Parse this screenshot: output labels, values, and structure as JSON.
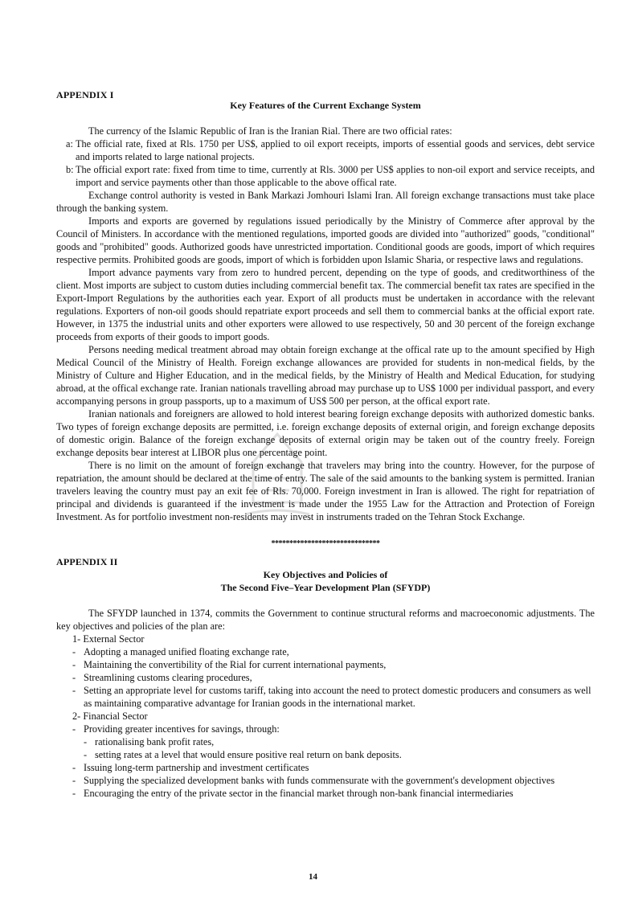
{
  "appendix1": {
    "label": "APPENDIX I",
    "title": "Key Features of the Current Exchange System",
    "intro": "The currency of the Islamic Republic of Iran is the Iranian Rial. There are two official rates:",
    "rates": [
      {
        "marker": "a:",
        "text": "The official rate, fixed at Rls. 1750 per US$, applied to oil export receipts, imports of essential goods and services, debt service and imports related to large national projects."
      },
      {
        "marker": "b:",
        "text": "The official export rate: fixed from time to time, currently at Rls. 3000 per US$ applies to non-oil export and service receipts, and import and service payments other than those applicable to the above offical rate."
      }
    ],
    "paragraphs": [
      "Exchange control authority is vested in Bank Markazi Jomhouri Islami Iran. All foreign exchange transactions must take place through the banking system.",
      "Imports and exports are governed by regulations issued periodically by the Ministry of Commerce after approval by the Council of Ministers. In accordance with the mentioned regulations, imported goods are divided into \"authorized\" goods, \"conditional\" goods and \"prohibited\" goods. Authorized goods have unrestricted importation. Conditional goods are goods, import of which requires respective permits. Prohibited goods are goods, import of which is forbidden upon Islamic Sharia, or respective laws and regulations.",
      "Import advance payments vary from zero to hundred percent, depending on the type of goods, and creditworthiness of the client. Most imports are subject to custom duties including commercial benefit tax. The commercial benefit tax rates are specified in the Export-Import Regulations by the authorities each year. Export of all products must be undertaken in accordance with the relevant regulations. Exporters of non-oil goods should repatriate export proceeds and sell them to commercial banks at the official export rate. However, in 1375 the industrial units and other exporters were allowed to use respectively, 50 and 30 percent of the foreign exchange proceeds from exports of their goods to import goods.",
      "Persons needing medical treatment abroad may obtain foreign exchange at the offical rate up to the amount specified by High Medical Council of the Ministry of Health. Foreign exchange allowances are provided for students in non-medical fields, by the Ministry of Culture and Higher Education, and in the medical fields, by the Ministry of Health and Medical Education, for studying abroad, at the offical exchange rate. Iranian nationals travelling abroad may purchase up to US$ 1000 per individual passport, and every accompanying persons in group passports, up to a maximum of US$ 500 per person, at the offical export rate.",
      "Iranian nationals and foreigners are allowed to hold interest bearing foreign exchange deposits with authorized domestic banks. Two types of foreign exchange deposits are permitted, i.e. foreign exchange deposits of external origin, and foreign exchange deposits of domestic origin. Balance of the foreign exchange deposits of external origin may be taken out of the country freely. Foreign exchange deposits bear interest at LIBOR plus one percentage point.",
      "There is no limit on the amount of foreign exchange that travelers may bring into the country. However, for the purpose of repatriation, the amount should be declared at the time of entry. The sale of the said amounts to the banking system is permitted. Iranian travelers leaving the country must pay an exit fee of Rls. 70,000. Foreign investment in Iran is allowed. The right for repatriation of principal and dividends is guaranteed if the investment is made under the 1955 Law for the Attraction and Protection of Foreign Investment. As for portfolio investment non-residents may invest in instruments traded on the Tehran Stock Exchange."
    ]
  },
  "separator": "******************************",
  "appendix2": {
    "label": "APPENDIX II",
    "title_line1": "Key Objectives and Policies of",
    "title_line2": "The Second Five–Year Development Plan (SFYDP)",
    "intro": "The SFYDP launched in 1374, commits the Government to continue structural reforms and macroeconomic adjustments. The key objectives and policies of the plan are:",
    "sections": [
      {
        "heading": "1- External Sector",
        "items": [
          {
            "level": 1,
            "text": "Adopting a managed unified floating exchange rate,"
          },
          {
            "level": 1,
            "text": "Maintaining the convertibility of the Rial for current international payments,"
          },
          {
            "level": 1,
            "text": "Streamlining customs clearing procedures,"
          },
          {
            "level": 1,
            "text": "Setting an appropriate level for customs tariff, taking into account the need to protect domestic producers and consumers as well as maintaining comparative advantage for Iranian goods in the international market."
          }
        ]
      },
      {
        "heading": "2- Financial Sector",
        "items": [
          {
            "level": 1,
            "text": "Providing greater incentives for savings, through:"
          },
          {
            "level": 2,
            "text": "rationalising bank profit rates,"
          },
          {
            "level": 2,
            "text": "setting rates at a level that would ensure positive real return on bank deposits."
          },
          {
            "level": 1,
            "text": "Issuing long-term partnership and investment certificates"
          },
          {
            "level": 1,
            "text": "Supplying the specialized development banks with funds commensurate with the government's development objectives"
          },
          {
            "level": 1,
            "text": "Encouraging the entry of the private sector in the financial market through non-bank financial intermediaries"
          }
        ]
      }
    ],
    "bullet": "-"
  },
  "page_number": "14"
}
